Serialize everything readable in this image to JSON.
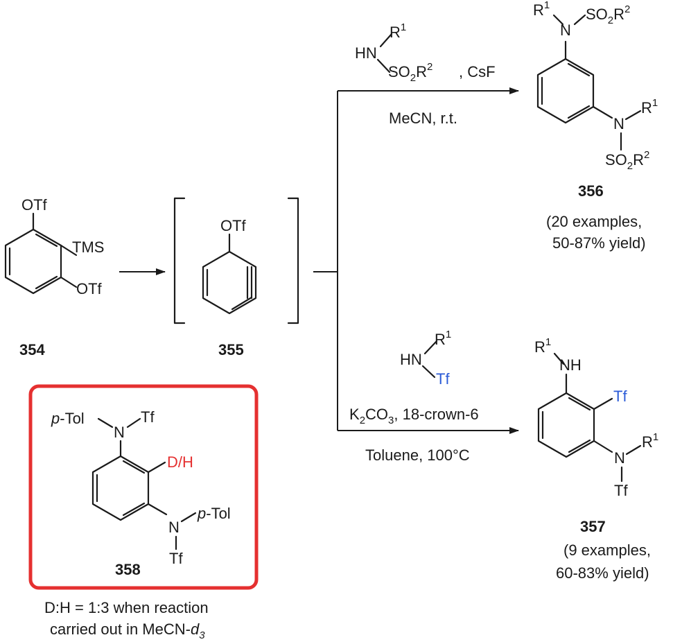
{
  "colors": {
    "ink": "#1a1a1a",
    "tf_blue": "#2b5bd7",
    "highlight_red": "#e53030"
  },
  "compounds": {
    "c354": {
      "id": "354",
      "otf_top": "OTf",
      "tms": "TMS",
      "otf_bottom": "OTf"
    },
    "c355": {
      "id": "355",
      "otf": "OTf"
    },
    "c356": {
      "id": "356",
      "examples": "(20 examples,",
      "yield": "50-87% yield)"
    },
    "c357": {
      "id": "357",
      "examples": "(9 examples,",
      "yield": "60-83% yield)",
      "nh": "NH",
      "tf": "Tf"
    },
    "c358": {
      "id": "358",
      "p_prefix": "p",
      "tol": "-Tol",
      "tf": "Tf",
      "dh": "D/H",
      "note_line1": "D:H = 1:3 when reaction",
      "note_line2_a": "carried out in MeCN-",
      "note_line2_b": "d",
      "note_line2_c": "3"
    }
  },
  "atoms": {
    "N": "N",
    "R": "R",
    "one": "1",
    "two": "2",
    "SO": "SO",
    "Tf": "Tf",
    "HN": "HN"
  },
  "conditions": {
    "top": {
      "reagent_suffix": ", CsF",
      "solvent": "MeCN, r.t."
    },
    "bottom": {
      "base_K": "K",
      "base_sub": "2",
      "base_CO": "CO",
      "base_sub2": "3",
      "base_rest": ", 18-crown-6",
      "solvent": "Toluene, 100°C"
    }
  }
}
